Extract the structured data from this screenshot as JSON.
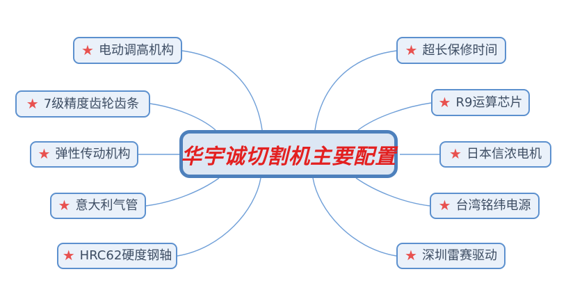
{
  "diagram": {
    "center": {
      "label": "华宇诚切割机主要配置"
    },
    "star_icon": "★",
    "branches_left": [
      {
        "label": "电动调高机构"
      },
      {
        "label": "7级精度齿轮齿条"
      },
      {
        "label": "弹性传动机构"
      },
      {
        "label": "意大利气管"
      },
      {
        "label": "HRC62硬度钢轴"
      }
    ],
    "branches_right": [
      {
        "label": "超长保修时间"
      },
      {
        "label": "R9运算芯片"
      },
      {
        "label": "日本信浓电机"
      },
      {
        "label": "台湾铭纬电源"
      },
      {
        "label": "深圳雷赛驱动"
      }
    ],
    "colors": {
      "center_fill": "#dce7f4",
      "center_border": "#4d80bc",
      "center_text": "#e32020",
      "node_fill": "#eaf1fa",
      "node_border": "#5c90ce",
      "node_text": "#3d4d63",
      "star": "#e8514f",
      "connector": "#6f9fd8"
    }
  }
}
